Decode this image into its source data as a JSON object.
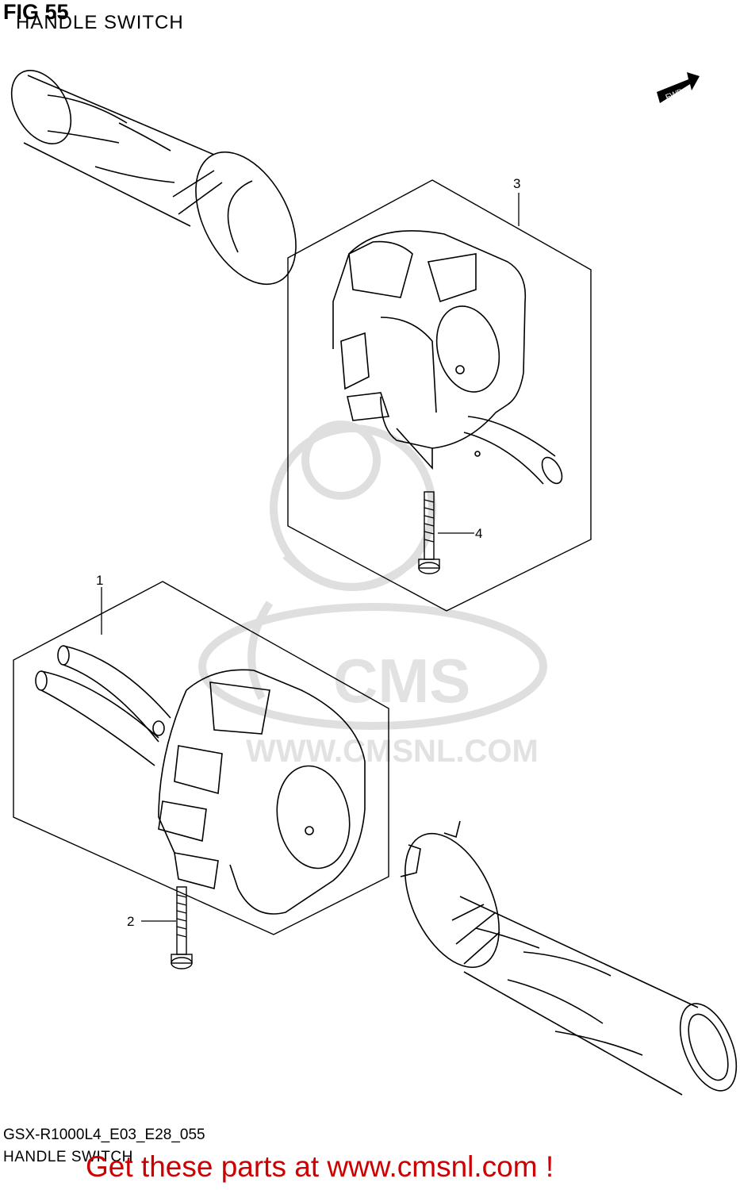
{
  "header": {
    "fig_number": "FIG 55",
    "title": "HANDLE SWITCH"
  },
  "callouts": [
    "1",
    "2",
    "3",
    "4"
  ],
  "watermark": {
    "brand": "CMS",
    "url": "WWW.CMSNL.COM"
  },
  "fwd_arrow": {
    "label": "FWD"
  },
  "footer": {
    "model_code": "GSX-R1000L4_E03_E28_055",
    "title": "HANDLE SWITCH",
    "link_text": "Get these parts at www.cmsnl.com !"
  },
  "colors": {
    "link": "#cc0000",
    "line": "#000000",
    "watermark": "#dcdcdc"
  }
}
